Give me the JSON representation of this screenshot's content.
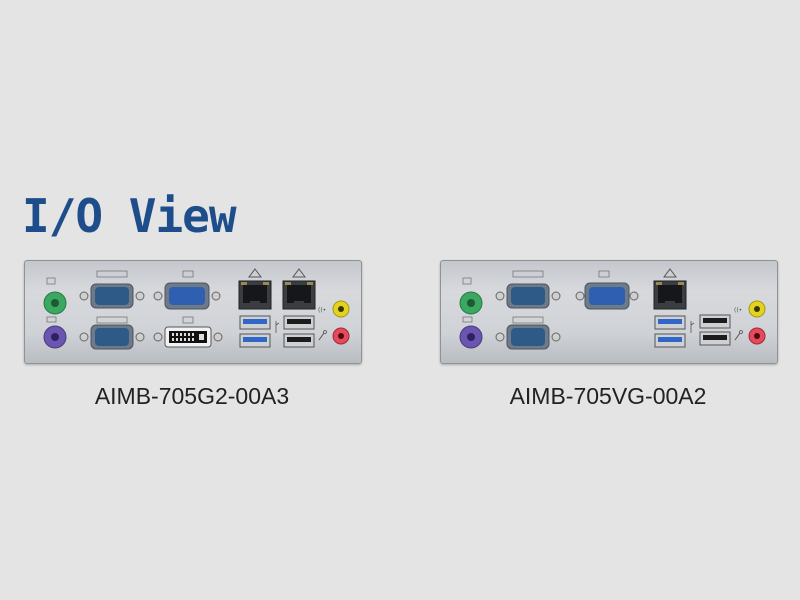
{
  "page": {
    "title": "I/O View"
  },
  "boards": [
    {
      "model": "AIMB-705G2-00A3",
      "ports": [
        "ps2-mouse",
        "ps2-keyboard",
        "com-1",
        "com-2",
        "vga",
        "dvi",
        "lan-1",
        "lan-2",
        "usb3-top",
        "usb3-bottom",
        "usb-top",
        "usb-bottom",
        "audio-line-in",
        "audio-mic"
      ]
    },
    {
      "model": "AIMB-705VG-00A2",
      "ports": [
        "ps2-mouse",
        "ps2-keyboard",
        "com-1",
        "com-2",
        "vga",
        "lan-1",
        "usb3-top",
        "usb3-bottom",
        "usb-top",
        "usb-bottom",
        "audio-line-in",
        "audio-mic"
      ]
    }
  ],
  "colors": {
    "title": "#1e4d8c",
    "ps2_mouse": "#3aa860",
    "ps2_keyboard": "#6a55b0",
    "serial_connector": "#2e5a88",
    "usb3": "#2f66c7",
    "audio_line_in": "#e2d322",
    "audio_mic": "#e44a5a",
    "panel": "#d0d3d7"
  }
}
